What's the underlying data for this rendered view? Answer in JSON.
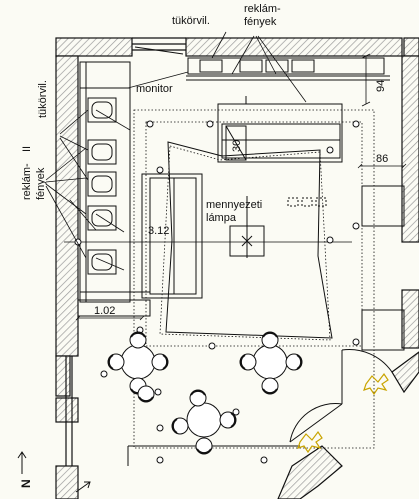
{
  "labels": {
    "mirror_top": "tükörvil.",
    "ad_lights_top_line1": "reklám-",
    "ad_lights_top_line2": "fények",
    "monitor": "monitor",
    "mirror_left": "tükörvil.",
    "ad_lights_left_line1": "reklám-",
    "ad_lights_left_line2": "fények",
    "roman_two": "II",
    "ceiling_lamp_line1": "mennyezeti",
    "ceiling_lamp_line2": "lámpa",
    "dim_94": "94",
    "dim_86": "86",
    "dim_312": "3.12",
    "dim_30": "30",
    "dim_102": "1.02",
    "north": "N"
  },
  "colors": {
    "wall_hatch": "#9a9a9a",
    "line": "#111111",
    "plant": "#c9a400",
    "background": "#fbfbf4"
  }
}
